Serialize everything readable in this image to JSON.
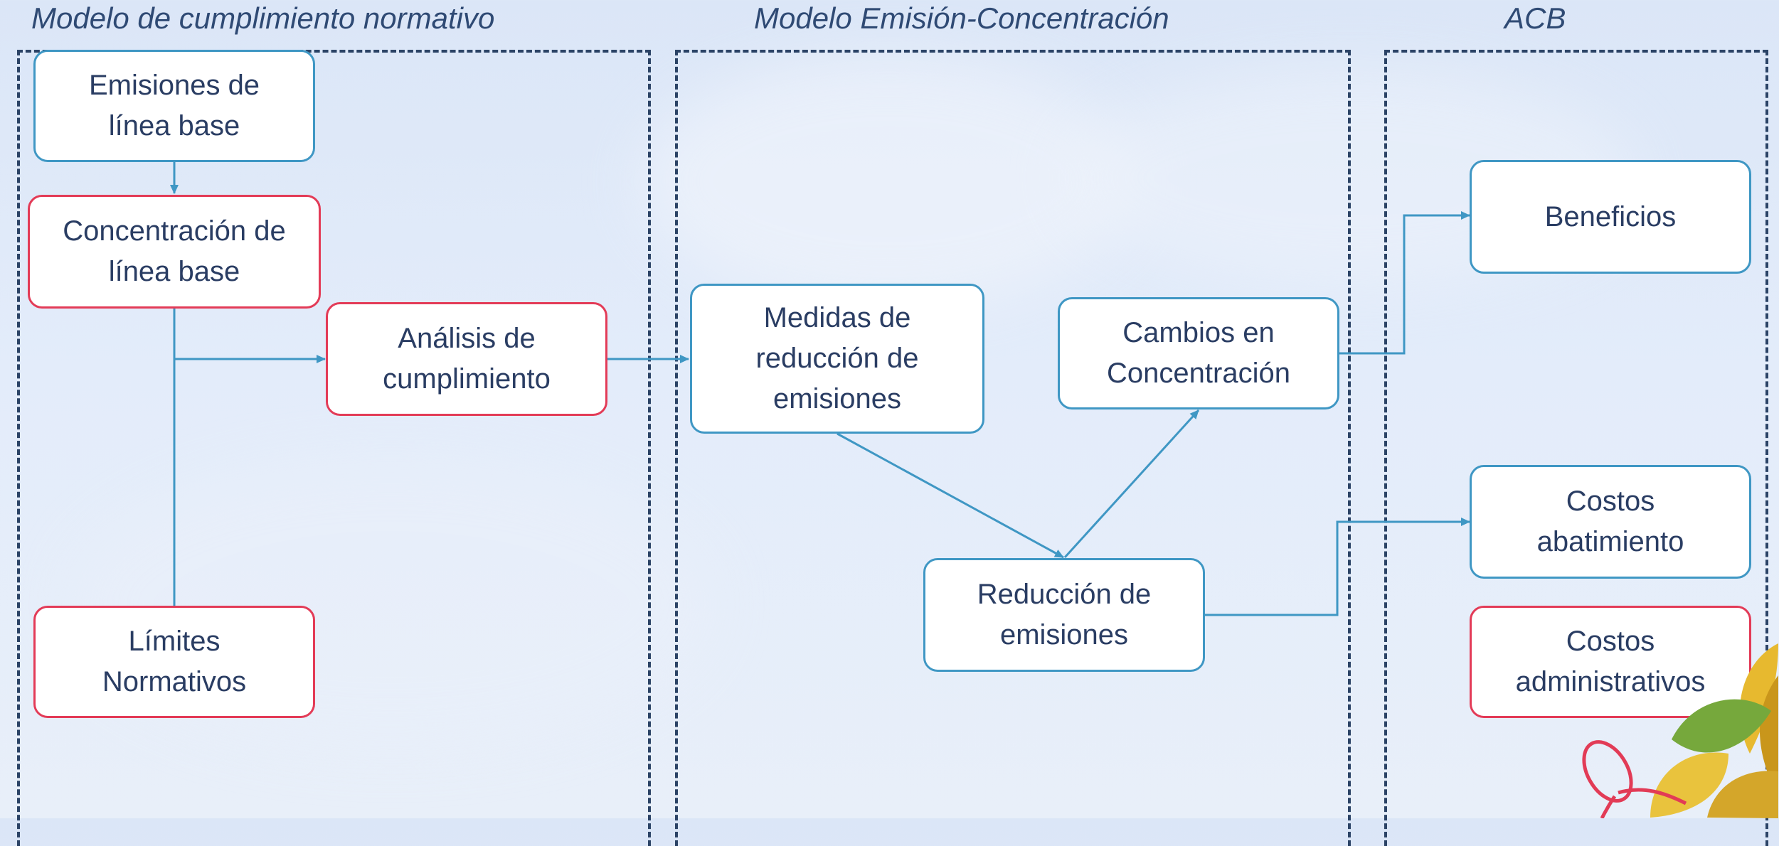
{
  "sections": {
    "compliance": {
      "title": "Modelo de cumplimiento normativo"
    },
    "emission": {
      "title": "Modelo Emisión-Concentración"
    },
    "acb": {
      "title": "ACB"
    }
  },
  "nodes": {
    "baseline_emissions": "Emisiones de\nlínea base",
    "baseline_concentration": "Concentración de\nlínea base",
    "normative_limits": "Límites\nNormativos",
    "compliance_analysis": "Análisis de\ncumplimiento",
    "reduction_measures": "Medidas de\nreducción de\nemisiones",
    "concentration_changes": "Cambios en\nConcentración",
    "emission_reduction": "Reducción de\nemisiones",
    "benefits": "Beneficios",
    "abatement_costs": "Costos\nabatimiento",
    "admin_costs": "Costos\nadministrativos"
  },
  "colors": {
    "connector": "#3f97c4",
    "border_blue": "#3f97c4",
    "border_red": "#e33b57",
    "section_border": "#2b4366",
    "text": "#2a3d63"
  }
}
